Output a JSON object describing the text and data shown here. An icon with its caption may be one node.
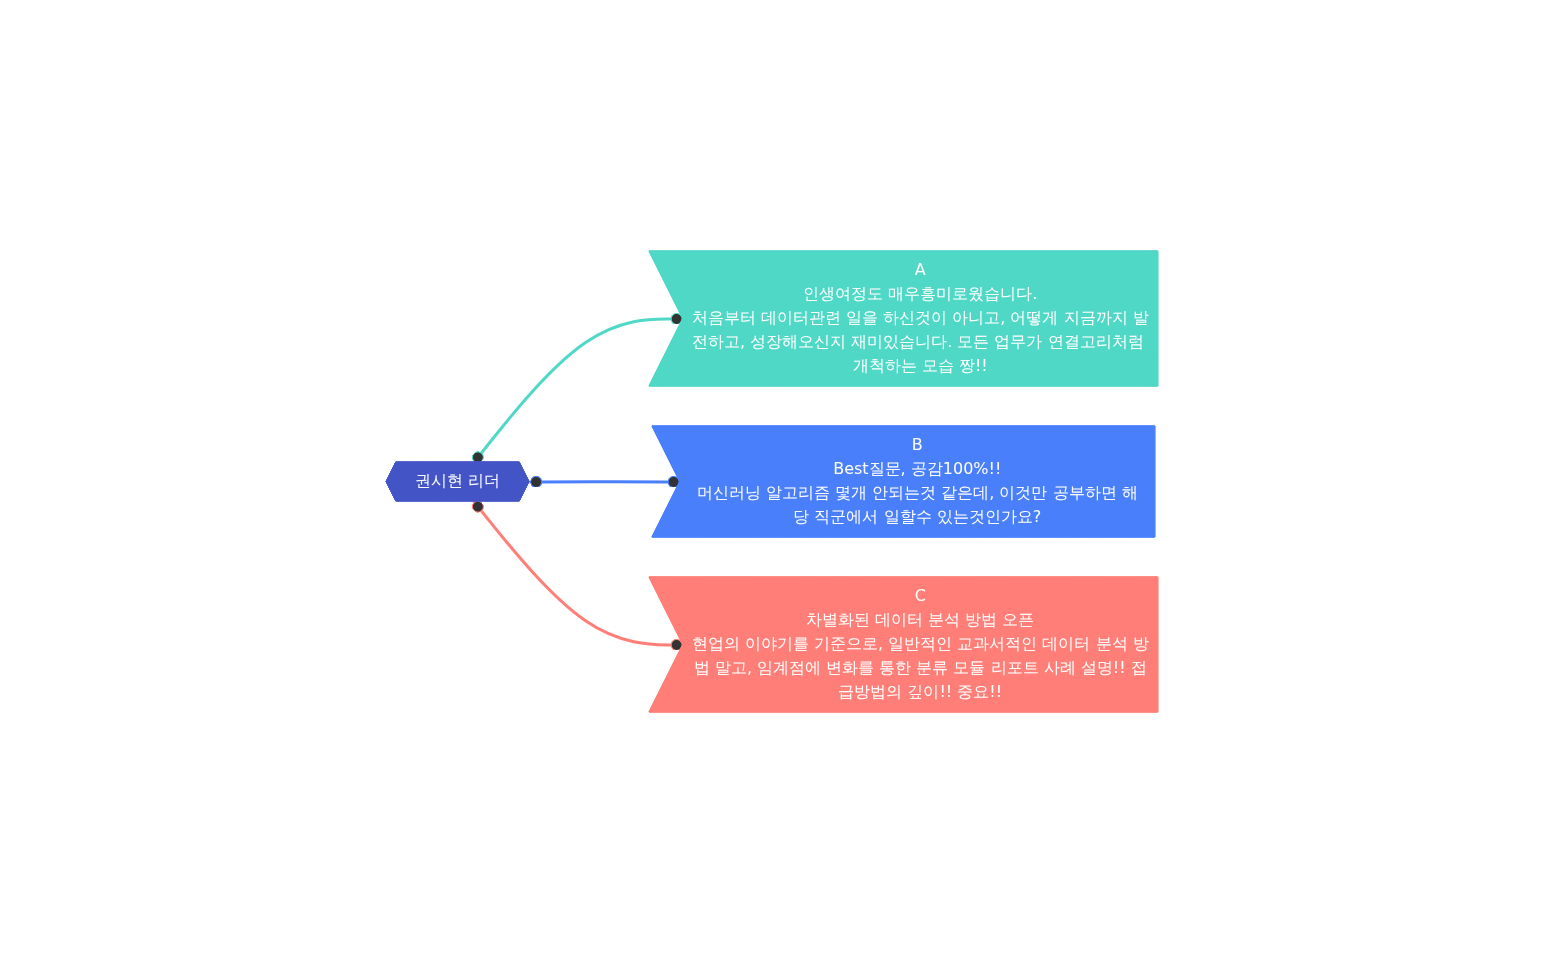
{
  "diagram": {
    "nodes": [
      {
        "text": [
          "권시현 리더"
        ]
      },
      {
        "text": [
          "A",
          "인생여정도 매우흥미로웠습니다.",
          "처음부터 데이터관련 일을 하신것이 아니고, 어떻게 지금까지 발전하고, 성장해오신지 재미있습니다. 모든 업무가 연결고리처럼 개척하는 모습 짱!!"
        ]
      },
      {
        "text": [
          "B",
          "Best질문, 공감100%!!",
          "머신러닝 알고리즘 몇개 안되는것 같은데, 이것만 공부하면 해당 직군에서 일할수 있는것인가요?"
        ]
      },
      {
        "text": [
          "C",
          "차별화된 데이터 분석 방법 오픈",
          "현업의 이야기를 기준으로, 일반적인 교과서적인 데이터 분석 방법 말고, 임계점에 변화를 통한 분류 모듈 리포트 사례 설명!! 접급방법의 깊이!! 중요!!"
        ]
      }
    ],
    "edges": [
      {
        "from": 0,
        "to": 1,
        "arrow": "other",
        "color": "#50d8c6"
      },
      {
        "from": 0,
        "to": 2,
        "arrow": "other",
        "color": "#4a7ffc"
      },
      {
        "from": 0,
        "to": 3,
        "arrow": "other",
        "color": "#ff7f78"
      }
    ]
  }
}
